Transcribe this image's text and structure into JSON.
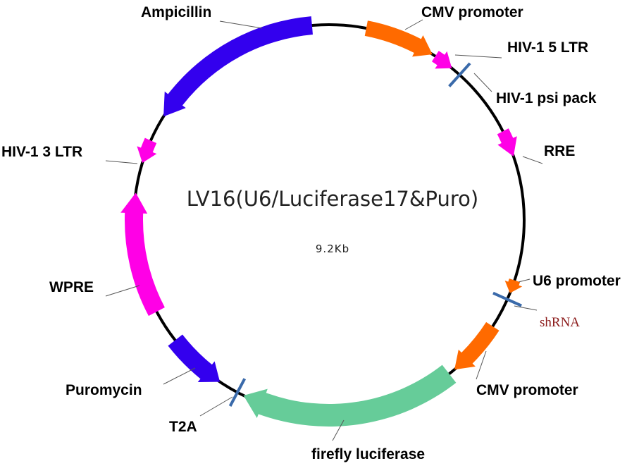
{
  "plasmid": {
    "name": "LV16(U6/Luciferase17&Puro)",
    "size": "9.2Kb"
  },
  "colors": {
    "backbone": "#000000",
    "orange": "#FF6A00",
    "magenta": "#FF00E6",
    "blue": "#3300EE",
    "green": "#66CC99",
    "marker": "#3A6AAA",
    "shrna_text": "#8B1A1A"
  },
  "labels": {
    "ampicillin": "Ampicillin",
    "cmv_promoter_top": "CMV promoter",
    "hiv1_5_ltr": "HIV-1 5 LTR",
    "hiv1_psi_pack": "HIV-1 psi pack",
    "rre": "RRE",
    "u6_promoter": "U6 promoter",
    "shrna": "shRNA",
    "cmv_promoter_bottom": "CMV promoter",
    "firefly_luciferase": "firefly luciferase",
    "t2a": "T2A",
    "puromycin": "Puromycin",
    "wpre": "WPRE",
    "hiv1_3_ltr": "HIV-1 3 LTR"
  }
}
